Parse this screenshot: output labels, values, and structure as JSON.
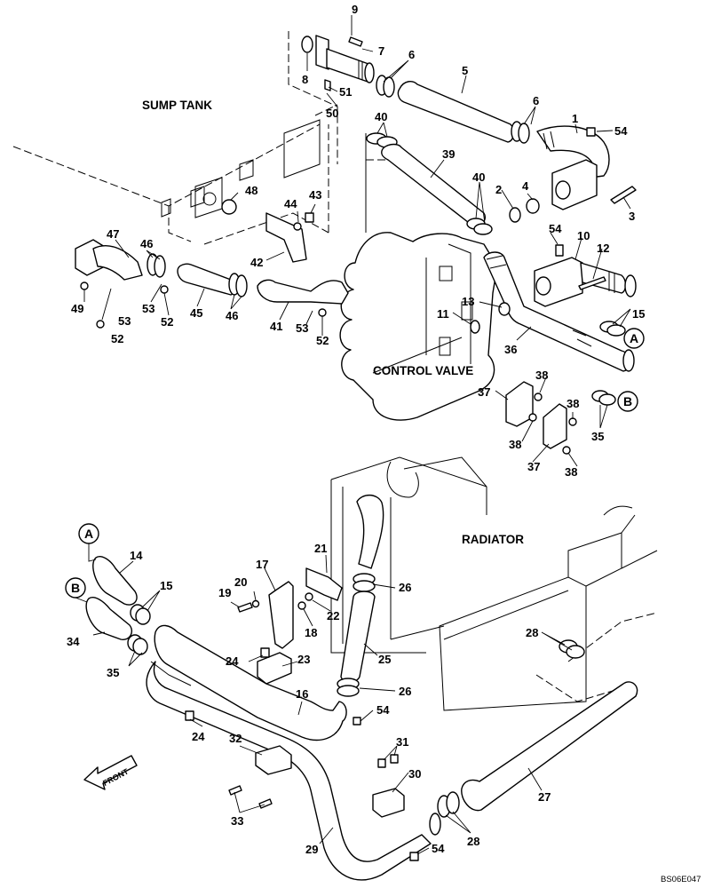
{
  "labels": {
    "sump_tank": "SUMP TANK",
    "control_valve": "CONTROL VALVE",
    "radiator": "RADIATOR",
    "front": "FRONT",
    "drawing_code": "BS06E047",
    "ref_a": "A",
    "ref_b": "B"
  },
  "callouts": {
    "n1": "1",
    "n2": "2",
    "n3": "3",
    "n4": "4",
    "n5": "5",
    "n6a": "6",
    "n6b": "6",
    "n7": "7",
    "n8": "8",
    "n9": "9",
    "n10": "10",
    "n11": "11",
    "n12": "12",
    "n13": "13",
    "n14": "14",
    "n15a": "15",
    "n15b": "15",
    "n16": "16",
    "n17": "17",
    "n18": "18",
    "n19": "19",
    "n20": "20",
    "n21": "21",
    "n22": "22",
    "n23": "23",
    "n24a": "24",
    "n24b": "24",
    "n25": "25",
    "n26a": "26",
    "n26b": "26",
    "n27": "27",
    "n28a": "28",
    "n28b": "28",
    "n29": "29",
    "n30": "30",
    "n31": "31",
    "n32": "32",
    "n33": "33",
    "n34": "34",
    "n35a": "35",
    "n35b": "35",
    "n36": "36",
    "n37a": "37",
    "n37b": "37",
    "n38a": "38",
    "n38b": "38",
    "n38c": "38",
    "n38d": "38",
    "n39": "39",
    "n40a": "40",
    "n40b": "40",
    "n41": "41",
    "n42": "42",
    "n43": "43",
    "n44": "44",
    "n45": "45",
    "n46a": "46",
    "n46b": "46",
    "n47": "47",
    "n48": "48",
    "n49": "49",
    "n50": "50",
    "n51": "51",
    "n52a": "52",
    "n52b": "52",
    "n52c": "52",
    "n53a": "53",
    "n53b": "53",
    "n53c": "53",
    "n54a": "54",
    "n54b": "54",
    "n54c": "54",
    "n54d": "54"
  }
}
